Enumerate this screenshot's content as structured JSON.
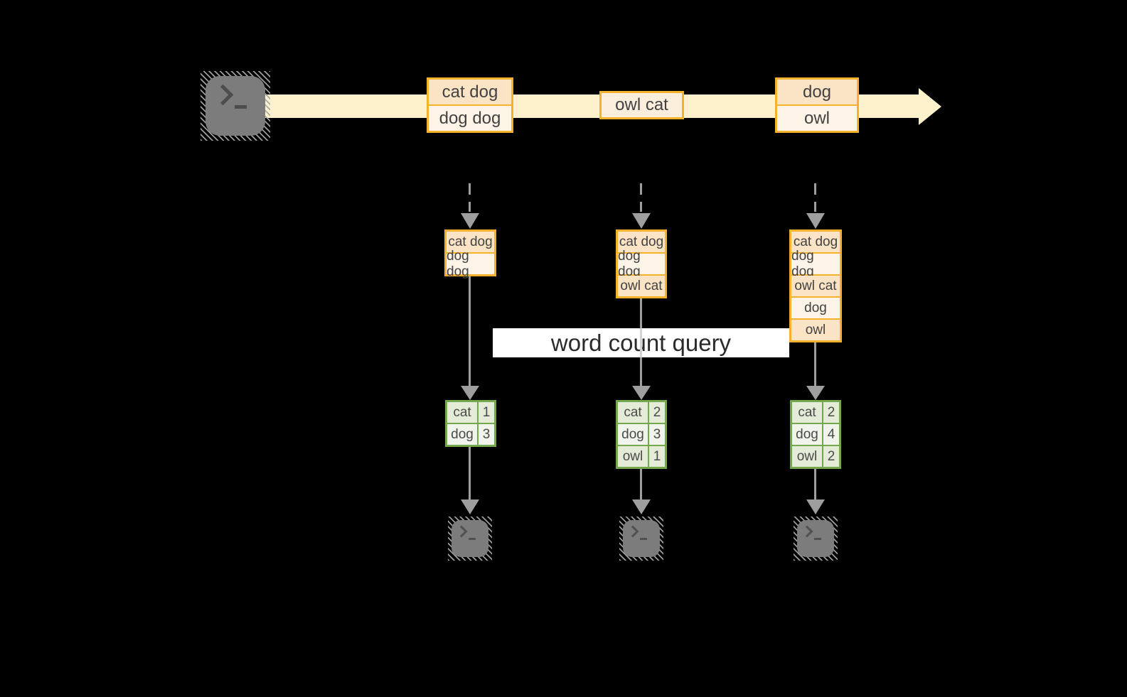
{
  "label": {
    "text": "word count query"
  },
  "colors": {
    "accent_gold": "#f3b229",
    "fill_peach": "#fbe3c5",
    "fill_cream": "#fdf3e6",
    "stream_yellow": "#fdf2cc",
    "green_border": "#74a84e",
    "green_cell_dark": "#e4ecd8",
    "green_cell_light": "#f0f4eb",
    "arrow_gray": "#9e9e9e",
    "terminal_gray": "#7c7c7c",
    "label_bg": "#ffffff"
  },
  "icons": {
    "source": "terminal-icon",
    "sinks": [
      "terminal-icon",
      "terminal-icon",
      "terminal-icon"
    ]
  },
  "stream": {
    "batches": [
      {
        "lines": [
          "cat dog",
          "dog dog"
        ]
      },
      {
        "lines": [
          "owl cat"
        ]
      },
      {
        "lines": [
          "dog",
          "owl"
        ]
      }
    ]
  },
  "states": [
    {
      "lines": [
        "cat dog",
        "dog dog"
      ]
    },
    {
      "lines": [
        "cat dog",
        "dog dog",
        "owl cat"
      ]
    },
    {
      "lines": [
        "cat dog",
        "dog dog",
        "owl cat",
        "dog",
        "owl"
      ]
    }
  ],
  "results": [
    {
      "rows": [
        {
          "word": "cat",
          "count": "1"
        },
        {
          "word": "dog",
          "count": "3"
        }
      ]
    },
    {
      "rows": [
        {
          "word": "cat",
          "count": "2"
        },
        {
          "word": "dog",
          "count": "3"
        },
        {
          "word": "owl",
          "count": "1"
        }
      ]
    },
    {
      "rows": [
        {
          "word": "cat",
          "count": "2"
        },
        {
          "word": "dog",
          "count": "4"
        },
        {
          "word": "owl",
          "count": "2"
        }
      ]
    }
  ]
}
